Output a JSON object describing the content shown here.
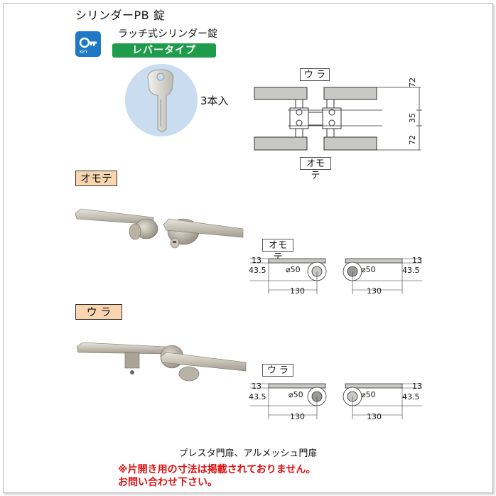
{
  "header": {
    "title": "シリンダーPB 錠",
    "type_label": "ラッチ式シリンダー錠",
    "type_pill": "レバータイプ"
  },
  "key": {
    "count_label": "3本入"
  },
  "side_diagram": {
    "top_tag": "ウ ラ",
    "bottom_tag": "オモテ",
    "dims": [
      "72",
      "35",
      "72"
    ]
  },
  "sections": {
    "front_tag": "オモテ",
    "back_tag": "ウ ラ"
  },
  "front_diagram": {
    "tag": "オモテ",
    "left_dims": [
      "13",
      "43.5"
    ],
    "right_dims": [
      "13",
      "43.5"
    ],
    "diameter_left": "⌀50",
    "diameter_right": "⌀50",
    "width_left": "130",
    "width_right": "130"
  },
  "back_diagram": {
    "tag": "ウ ラ",
    "left_dims": [
      "13",
      "43.5"
    ],
    "right_dims": [
      "13",
      "43.5"
    ],
    "diameter_left": "⌀50",
    "diameter_right": "⌀50",
    "width_left": "130",
    "width_right": "130"
  },
  "footer": {
    "product": "プレスタ門扉、アルメッシュ門扉",
    "note_line1": "※片開き用の寸法は掲載されておりません。",
    "note_line2": "お問い合わせ下さい。"
  },
  "colors": {
    "badge_blue": "#1e78c4",
    "pill_green": "#1f9c4b",
    "tag_orange": "#f9d6b0",
    "note_red": "#e01010",
    "key_bg": "#c9dcf0"
  }
}
